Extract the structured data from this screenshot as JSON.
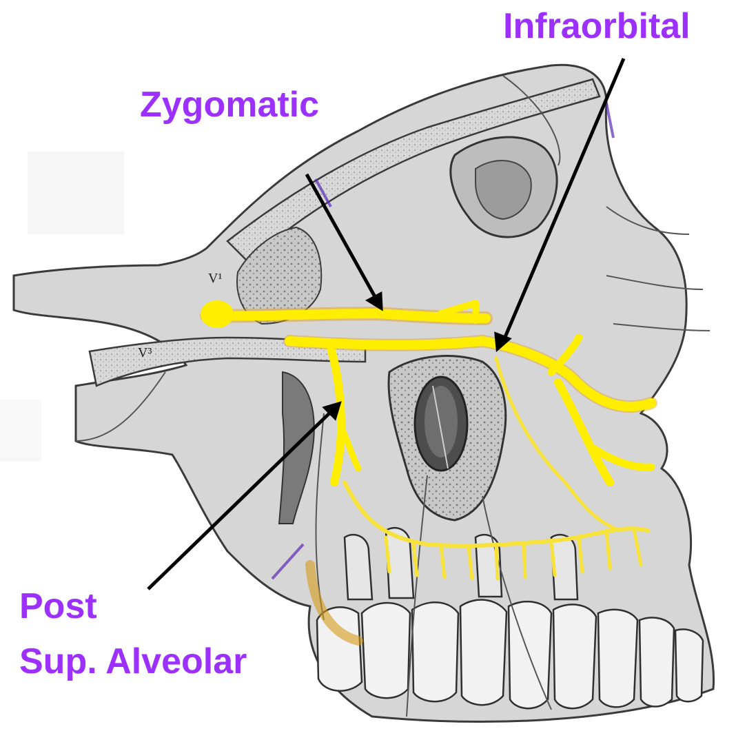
{
  "labels": {
    "infraorbital": "Infraorbital",
    "zygomatic": "Zygomatic",
    "post_line1": "Post",
    "post_line2": "Sup. Alveolar",
    "v1": "V¹",
    "v3": "V³"
  },
  "colors": {
    "label": "#9b30ff",
    "nerve": "#ffee00",
    "nerve_glow": "#e0a020",
    "bone": "#cfcfcf",
    "bone_dark": "#8a8a8a",
    "outline": "#333333",
    "arrow": "#000000"
  }
}
